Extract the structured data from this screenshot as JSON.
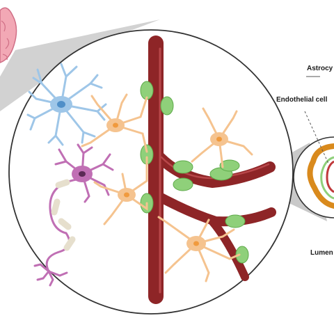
{
  "labels": {
    "astrocyte": "Astrocy",
    "endothelial": "Endothelial cell",
    "lumen": "Lumen"
  },
  "colors": {
    "vessel": "#8e2527",
    "vessel_highlight": "#b8474a",
    "endfoot": "#8fd07a",
    "astrocyte": "#f5c38f",
    "astrocyte_nucleus": "#f09a3e",
    "protoplasmic_astrocyte": "#9ec6e8",
    "neuron": "#c06fb4",
    "myelin": "#e6dfcd",
    "cross_section_ring": "#d98a1d",
    "lens_wedge": "#c9c9c9",
    "brain": "#f2a8b5"
  },
  "icons": [
    "brain-icon",
    "protoplasmic-astrocyte-icon",
    "neuron-icon",
    "astrocyte-icon",
    "blood-vessel-icon",
    "vessel-cross-section-icon"
  ]
}
